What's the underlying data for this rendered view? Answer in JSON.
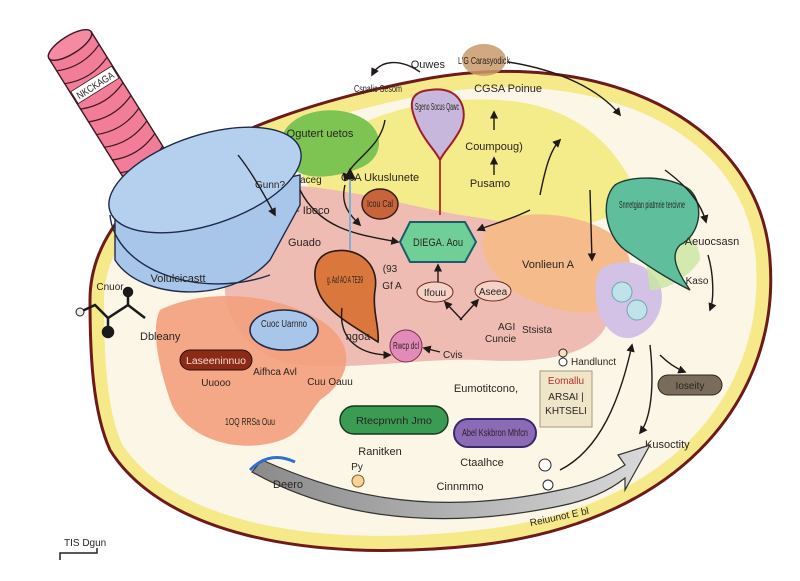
{
  "diagram": {
    "title": "Cell diagram",
    "colors": {
      "cell_border": "#6e1a1a",
      "membrane": "#f5e98a",
      "cytoplasm": "#fcf6e6",
      "pink_region": "#efbcb4",
      "yellow_region": "#f3ea86",
      "orange_region": "#f4a07c",
      "peach_region": "#f6bb8a",
      "green_blob": "#7ec452",
      "receptor_blue": "#a7c6ea",
      "pink_column": "#f27d98",
      "teal_blob": "#5fbf9d",
      "hexagon_green": "#6fcf97",
      "maroon_pill": "#8b2a16",
      "green_pill": "#3a9b52",
      "purple_pill": "#8b6bb5",
      "brown_pill": "#7a6c5a",
      "gray_arrow": "#b9b9b9",
      "lilac_region": "#d4c2e6"
    },
    "column_label": "NKCKAGA",
    "receptor_label": "Volulcicastt",
    "receptor_side_label": "Gunn?",
    "labels": {
      "top_quotes": "Quwes",
      "top_circle": "L'G Carasyodick",
      "top_left_small": "Cspalic Sesom",
      "green_blob": "Ogutert uetos",
      "teardrop": "Sgeno Socus Qawc",
      "caga_pointe": "CGSA Poinue",
      "compound": "Coumpoug)",
      "ca_line": "CsA Ukuslunete",
      "oval_brown": "Icou Cal",
      "oval_brown_side": "cA",
      "pusamo": "Pusamo",
      "aceg": "aceg",
      "iboco": "- Iboco",
      "guado": "Guado",
      "hexagon": "DIEGA. Aou",
      "orange_drop": "g. Aaf AO A TE39",
      "c93": "(93",
      "gna": "Gf A",
      "oval_left": "Ifouu",
      "oval_right": "Aseea",
      "ag": "AGI",
      "stasta": "Stsista",
      "cuncie": "Cuncie",
      "cvis": "Cvis",
      "pink_circle": "Rwcp dcl",
      "ngoa": "ngoa",
      "vonlieun": "Vonlieun A",
      "teal_bubble": "Snrretgian piatmrie tercivne",
      "right_label": "Aeuocsasn",
      "kaso": "Kaso",
      "blue_oval": "Cuoc Uarnno",
      "molecule_label": "Cnuor",
      "dbleany": "Dbleany",
      "maroon_pill": "Laseeninnuo",
      "uooo": "Uuooo",
      "dlfhca": "Aifhca Avl",
      "cuu_oau": "Cuu Oauu",
      "rrsa": "1OQ RRSa Ouu",
      "green_pill": "Rtecpnvnh Jmo",
      "ranitken": "Ranitken",
      "purple_pill": "Abel Kskbron Mhfcn",
      "eumotitcon": "Eumotitcono,",
      "note_title": "Eomallu",
      "note_line1": "ARSAI |",
      "note_line2": "KHTSELI",
      "handlunct": "Handlunct",
      "brown_pill": "Ioseity",
      "kusctry": "Kusoctity",
      "ctaalnce": "Ctaalhce",
      "cinnmo": "Cinnmmo",
      "deero": "Deero",
      "py": "Py",
      "nitronat": "Reiuunot E bl"
    },
    "scale_bar_label": "TIS Dgun"
  }
}
